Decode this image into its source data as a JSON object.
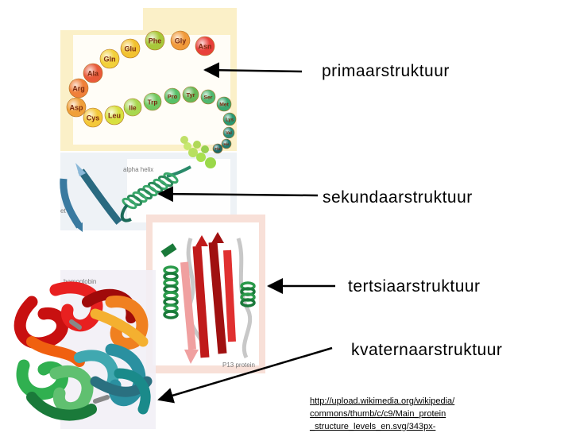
{
  "labels": {
    "primary": "primaarstruktuur",
    "secondary": "sekundaarstruktuur",
    "tertiary": "tertsiaarstruktuur",
    "quaternary": "kvaternaarstruktuur"
  },
  "panel_captions": {
    "alpha_helix": "alpha helix",
    "hemoglobin": "hemoglobin",
    "protein": "P13 protein",
    "edge_fragment": "et"
  },
  "amino_acids": [
    {
      "name": "Asn",
      "color": "#e8403a"
    },
    {
      "name": "Gly",
      "color": "#f19a3a"
    },
    {
      "name": "Phe",
      "color": "#a8c83a"
    },
    {
      "name": "Glu",
      "color": "#f2c230"
    },
    {
      "name": "Gln",
      "color": "#f2d03a"
    },
    {
      "name": "Ala",
      "color": "#e85a3a"
    },
    {
      "name": "Arg",
      "color": "#f0803a"
    },
    {
      "name": "Asp",
      "color": "#f0a03a"
    },
    {
      "name": "Cys",
      "color": "#f4c83a"
    },
    {
      "name": "Leu",
      "color": "#d8e040"
    },
    {
      "name": "Ile",
      "color": "#a8d850"
    },
    {
      "name": "Trp",
      "color": "#70c860"
    },
    {
      "name": "Pro",
      "color": "#58c068"
    },
    {
      "name": "Tyr",
      "color": "#68b858"
    },
    {
      "name": "Ser",
      "color": "#50b870"
    },
    {
      "name": "Met",
      "color": "#3aa870"
    },
    {
      "name": "Lys",
      "color": "#2a9870"
    },
    {
      "name": "Val",
      "color": "#2a8a78"
    },
    {
      "name": "His",
      "color": "#207a70"
    },
    {
      "name": "Thr",
      "color": "#1a6a68"
    }
  ],
  "source_url": [
    "http://upload.wikimedia.org/wikipedia/",
    "commons/thumb/c/c9/Main_protein",
    "_structure_levels_en.svg/343px-"
  ]
}
